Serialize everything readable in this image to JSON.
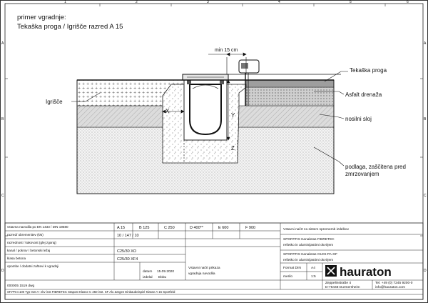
{
  "header": {
    "line1": "primer vgradnje:",
    "line2": "Tekaška proga / Igrišče razred A 15"
  },
  "frame": {
    "col_marks": [
      "1",
      "2",
      "3",
      "4",
      "5",
      "6"
    ],
    "row_marks": [
      "A",
      "B",
      "C",
      "D"
    ]
  },
  "drawing": {
    "dimension_width": "min 15 cm",
    "dim_x": "X",
    "dim_y": "Y",
    "dim_z": "Z",
    "callouts": {
      "track": "Tekaška proga",
      "asphalt": "Asfalt drenaža",
      "base": "nosilni sloj",
      "subsoil_1": "podlaga, zaščitena pred",
      "subsoil_2": "zmrzovanjem",
      "field": "Igrišče"
    }
  },
  "title_block": {
    "norm_row": "vstavna navodila po EN 1433 / DIN 19580",
    "left_rows": [
      "razred/ obremenitev (kN)",
      "razrednost / kakovost (glej zgoraj)",
      "kanal / pokrov / betonski ležaj",
      "klasa betona",
      "opombe / dodatni zahtevi k vgradnji"
    ],
    "classes": [
      "A 15",
      "B 125",
      "C 250",
      "D 400**",
      "E 600",
      "F 900"
    ],
    "values": [
      "10 / 147 / 10",
      "C25/30 XO",
      "C25/30 XF4"
    ],
    "date_label": "datum",
    "date_value": "15.09.2020",
    "drawn_label": "izdelal",
    "drawn_value": "Ebbu",
    "mid_title_1": "Vstavni načrt prikaza",
    "mid_title_2": "vgradnja navodila",
    "product_intro": "Vstavni načrt za sistem sprememb izdelkov",
    "product_1a": "SPORTFIX Kanaletas FIBRETEC",
    "product_1b": "rešetko in aluminijastimi okvirjem",
    "product_2a": "SPORTFIX Kanaletas GUGI-PA-GF",
    "product_2b": "rešetko in aluminijastimi okvirjem",
    "format_label": "Format DIN",
    "format_value": "A4",
    "scale_label": "merilo",
    "scale_value": "1:5",
    "brand": "hauraton",
    "address_1": "Zeppelinstraße 4",
    "address_2": "D-76448 Durmersheim",
    "contact_1": "Tel. +49 (0) 7245 9200-0",
    "contact_2": "info@hauraton.com",
    "doc_number": "000005 1519 dwg",
    "footer_code": "SF.PR.0.100 Typ 010 A- ekv inst FIBRETEC Stapost Klasse C 250 inst. SF Alu Zargen Einbaubeispiel Klasse A 15 Sportfeld"
  }
}
